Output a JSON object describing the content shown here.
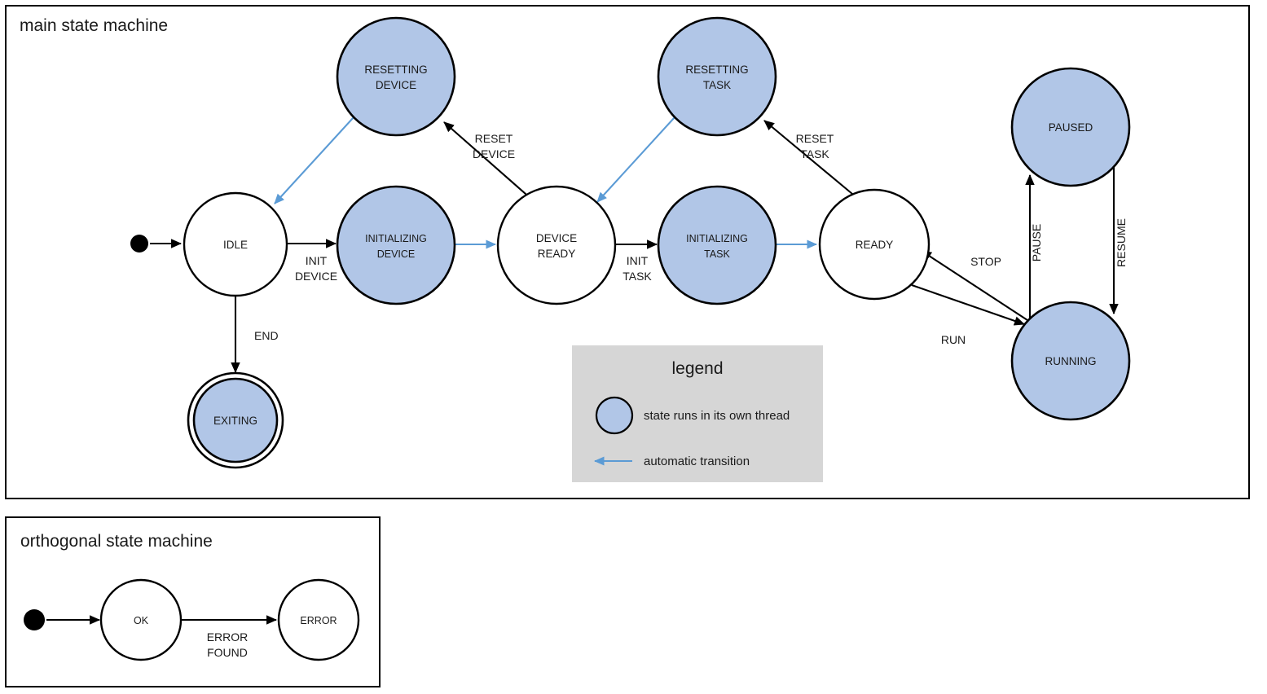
{
  "diagram": {
    "type": "uml-state-machine",
    "background_color": "#ffffff",
    "accent_blue": "#5b9bd5",
    "thread_state_fill": "#b1c6e7",
    "legend_panel_fill": "#d6d6d6",
    "line_color": "#000000"
  },
  "main_machine": {
    "title": "main state machine",
    "states": [
      {
        "id": "idle",
        "label_line1": "IDLE",
        "label_line2": "",
        "kind": "plain"
      },
      {
        "id": "resetting-device",
        "label_line1": "RESETTING",
        "label_line2": "DEVICE",
        "kind": "thread"
      },
      {
        "id": "initializing-device",
        "label_line1": "INITIALIZING",
        "label_line2": "DEVICE",
        "kind": "thread"
      },
      {
        "id": "device-ready",
        "label_line1": "DEVICE",
        "label_line2": "READY",
        "kind": "plain"
      },
      {
        "id": "resetting-task",
        "label_line1": "RESETTING",
        "label_line2": "TASK",
        "kind": "thread"
      },
      {
        "id": "initializing-task",
        "label_line1": "INITIALIZING",
        "label_line2": "TASK",
        "kind": "thread"
      },
      {
        "id": "ready",
        "label_line1": "READY",
        "label_line2": "",
        "kind": "plain"
      },
      {
        "id": "paused",
        "label_line1": "PAUSED",
        "label_line2": "",
        "kind": "thread"
      },
      {
        "id": "running",
        "label_line1": "RUNNING",
        "label_line2": "",
        "kind": "thread"
      },
      {
        "id": "exiting",
        "label_line1": "EXITING",
        "label_line2": "",
        "kind": "final-thread"
      }
    ],
    "transitions": [
      {
        "id": "start-idle",
        "from": "start",
        "to": "idle",
        "label_line1": "",
        "label_line2": "",
        "style": "manual"
      },
      {
        "id": "idle-init-device",
        "from": "idle",
        "to": "initializing-device",
        "label_line1": "INIT",
        "label_line2": "DEVICE",
        "style": "manual"
      },
      {
        "id": "idle-end",
        "from": "idle",
        "to": "exiting",
        "label_line1": "END",
        "label_line2": "",
        "style": "manual"
      },
      {
        "id": "initdev-devready",
        "from": "initializing-device",
        "to": "device-ready",
        "label_line1": "",
        "label_line2": "",
        "style": "automatic"
      },
      {
        "id": "devready-resetdev",
        "from": "device-ready",
        "to": "resetting-device",
        "label_line1": "RESET",
        "label_line2": "DEVICE",
        "style": "manual"
      },
      {
        "id": "resetdev-idle",
        "from": "resetting-device",
        "to": "idle",
        "label_line1": "",
        "label_line2": "",
        "style": "automatic"
      },
      {
        "id": "devready-inittask",
        "from": "device-ready",
        "to": "initializing-task",
        "label_line1": "INIT",
        "label_line2": "TASK",
        "style": "manual"
      },
      {
        "id": "inittask-ready",
        "from": "initializing-task",
        "to": "ready",
        "label_line1": "",
        "label_line2": "",
        "style": "automatic"
      },
      {
        "id": "ready-resettask",
        "from": "ready",
        "to": "resetting-task",
        "label_line1": "RESET",
        "label_line2": "TASK",
        "style": "manual"
      },
      {
        "id": "resettask-devready",
        "from": "resetting-task",
        "to": "device-ready",
        "label_line1": "",
        "label_line2": "",
        "style": "automatic"
      },
      {
        "id": "ready-run",
        "from": "ready",
        "to": "running",
        "label_line1": "RUN",
        "label_line2": "",
        "style": "manual"
      },
      {
        "id": "running-stop",
        "from": "running",
        "to": "ready",
        "label_line1": "STOP",
        "label_line2": "",
        "style": "manual"
      },
      {
        "id": "running-pause",
        "from": "running",
        "to": "paused",
        "label_line1": "PAUSE",
        "label_line2": "",
        "style": "manual"
      },
      {
        "id": "paused-resume",
        "from": "paused",
        "to": "running",
        "label_line1": "RESUME",
        "label_line2": "",
        "style": "manual"
      }
    ]
  },
  "legend": {
    "title": "legend",
    "items": [
      {
        "id": "thread-state",
        "symbol": "filled-circle",
        "text": "state runs in its own thread"
      },
      {
        "id": "automatic-transition",
        "symbol": "blue-arrow",
        "text": "automatic transition"
      }
    ]
  },
  "orthogonal_machine": {
    "title": "orthogonal state machine",
    "states": [
      {
        "id": "ok",
        "label_line1": "OK",
        "label_line2": "",
        "kind": "plain"
      },
      {
        "id": "error",
        "label_line1": "ERROR",
        "label_line2": "",
        "kind": "plain"
      }
    ],
    "transitions": [
      {
        "id": "start-ok",
        "from": "start",
        "to": "ok",
        "label_line1": "",
        "label_line2": "",
        "style": "manual"
      },
      {
        "id": "ok-error",
        "from": "ok",
        "to": "error",
        "label_line1": "ERROR",
        "label_line2": "FOUND",
        "style": "manual"
      }
    ]
  }
}
